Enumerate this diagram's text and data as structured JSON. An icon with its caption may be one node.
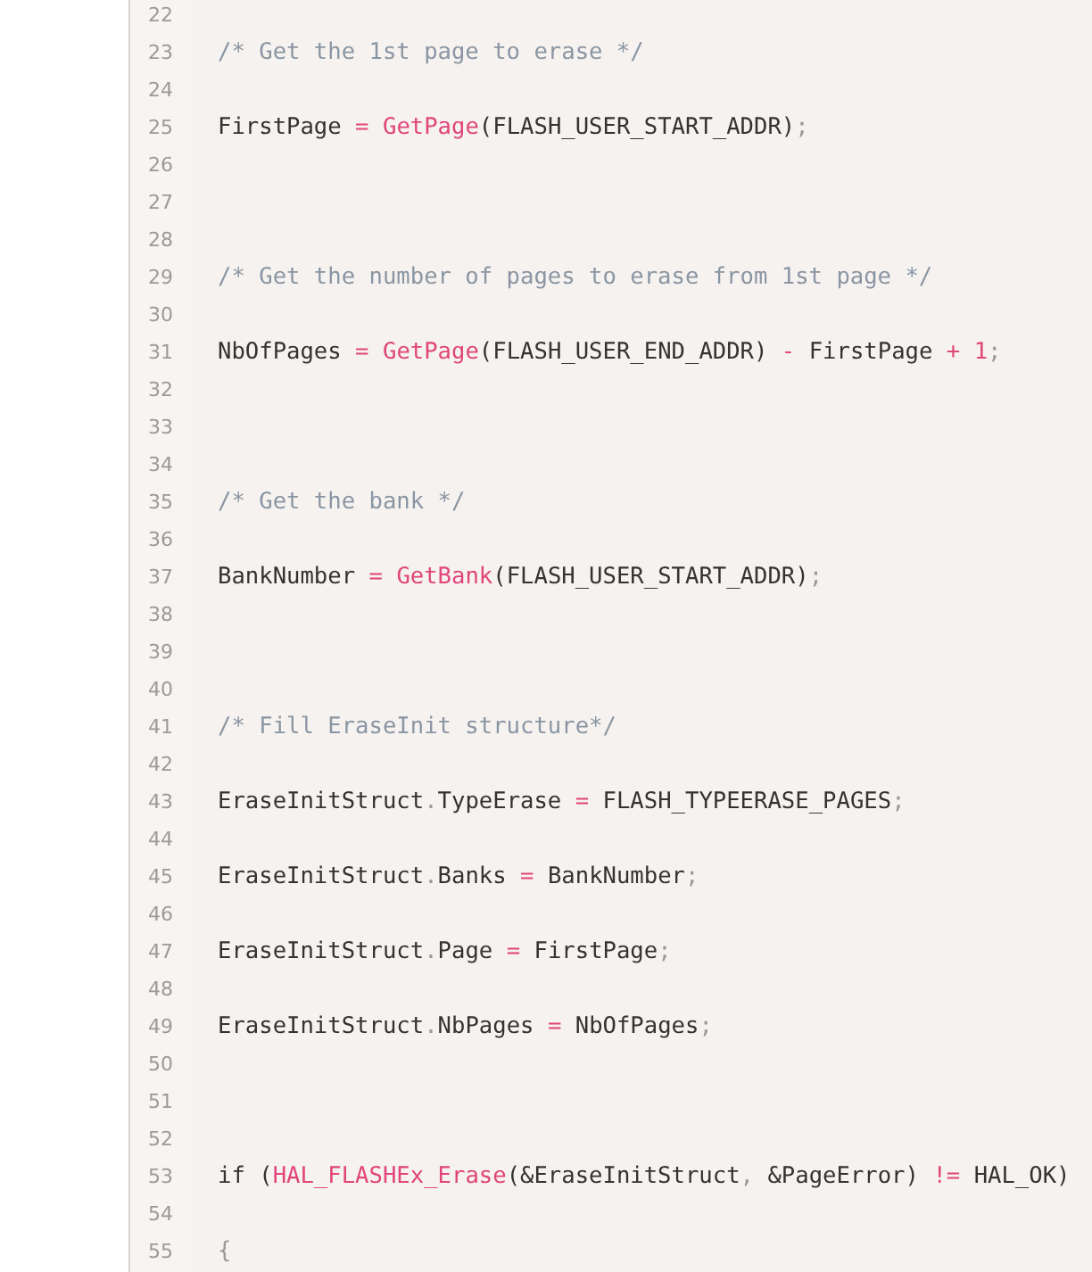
{
  "diagram": {
    "labels": [
      "22",
      "23",
      "/* Get the 1st page to erase */",
      "24",
      "25",
      "FirstPage = GetPage(FLASH_USER_START_ADDR);",
      "26",
      "27",
      "28",
      "29",
      "/* Get the number of pages to erase from 1st page */",
      "30",
      "31",
      "NbOfPages = GetPage(FLASH_USER_END_ADDR) - FirstPage + 1;",
      "32",
      "33",
      "34",
      "35",
      "/* Get the bank */",
      "36",
      "37",
      "BankNumber = GetBank(FLASH_USER_START_ADDR);",
      "38",
      "39",
      "40",
      "41",
      "/* Fill EraseInit structure*/",
      "42",
      "43",
      "EraseInitStruct.TypeErase = FLASH_TYPEERASE_PAGES;",
      "44",
      "45",
      "EraseInitStruct.Banks = BankNumber;",
      "46",
      "47",
      "EraseInitStruct.Page = FirstPage;",
      "48",
      "49",
      "EraseInitStruct.NbPages = NbOfPages;",
      "50",
      "51",
      "52",
      "53",
      "if (HAL_FLASHEx_Erase(&EraseInitStruct, &PageError) != HAL_OK)",
      "54",
      "55",
      "{"
    ]
  }
}
